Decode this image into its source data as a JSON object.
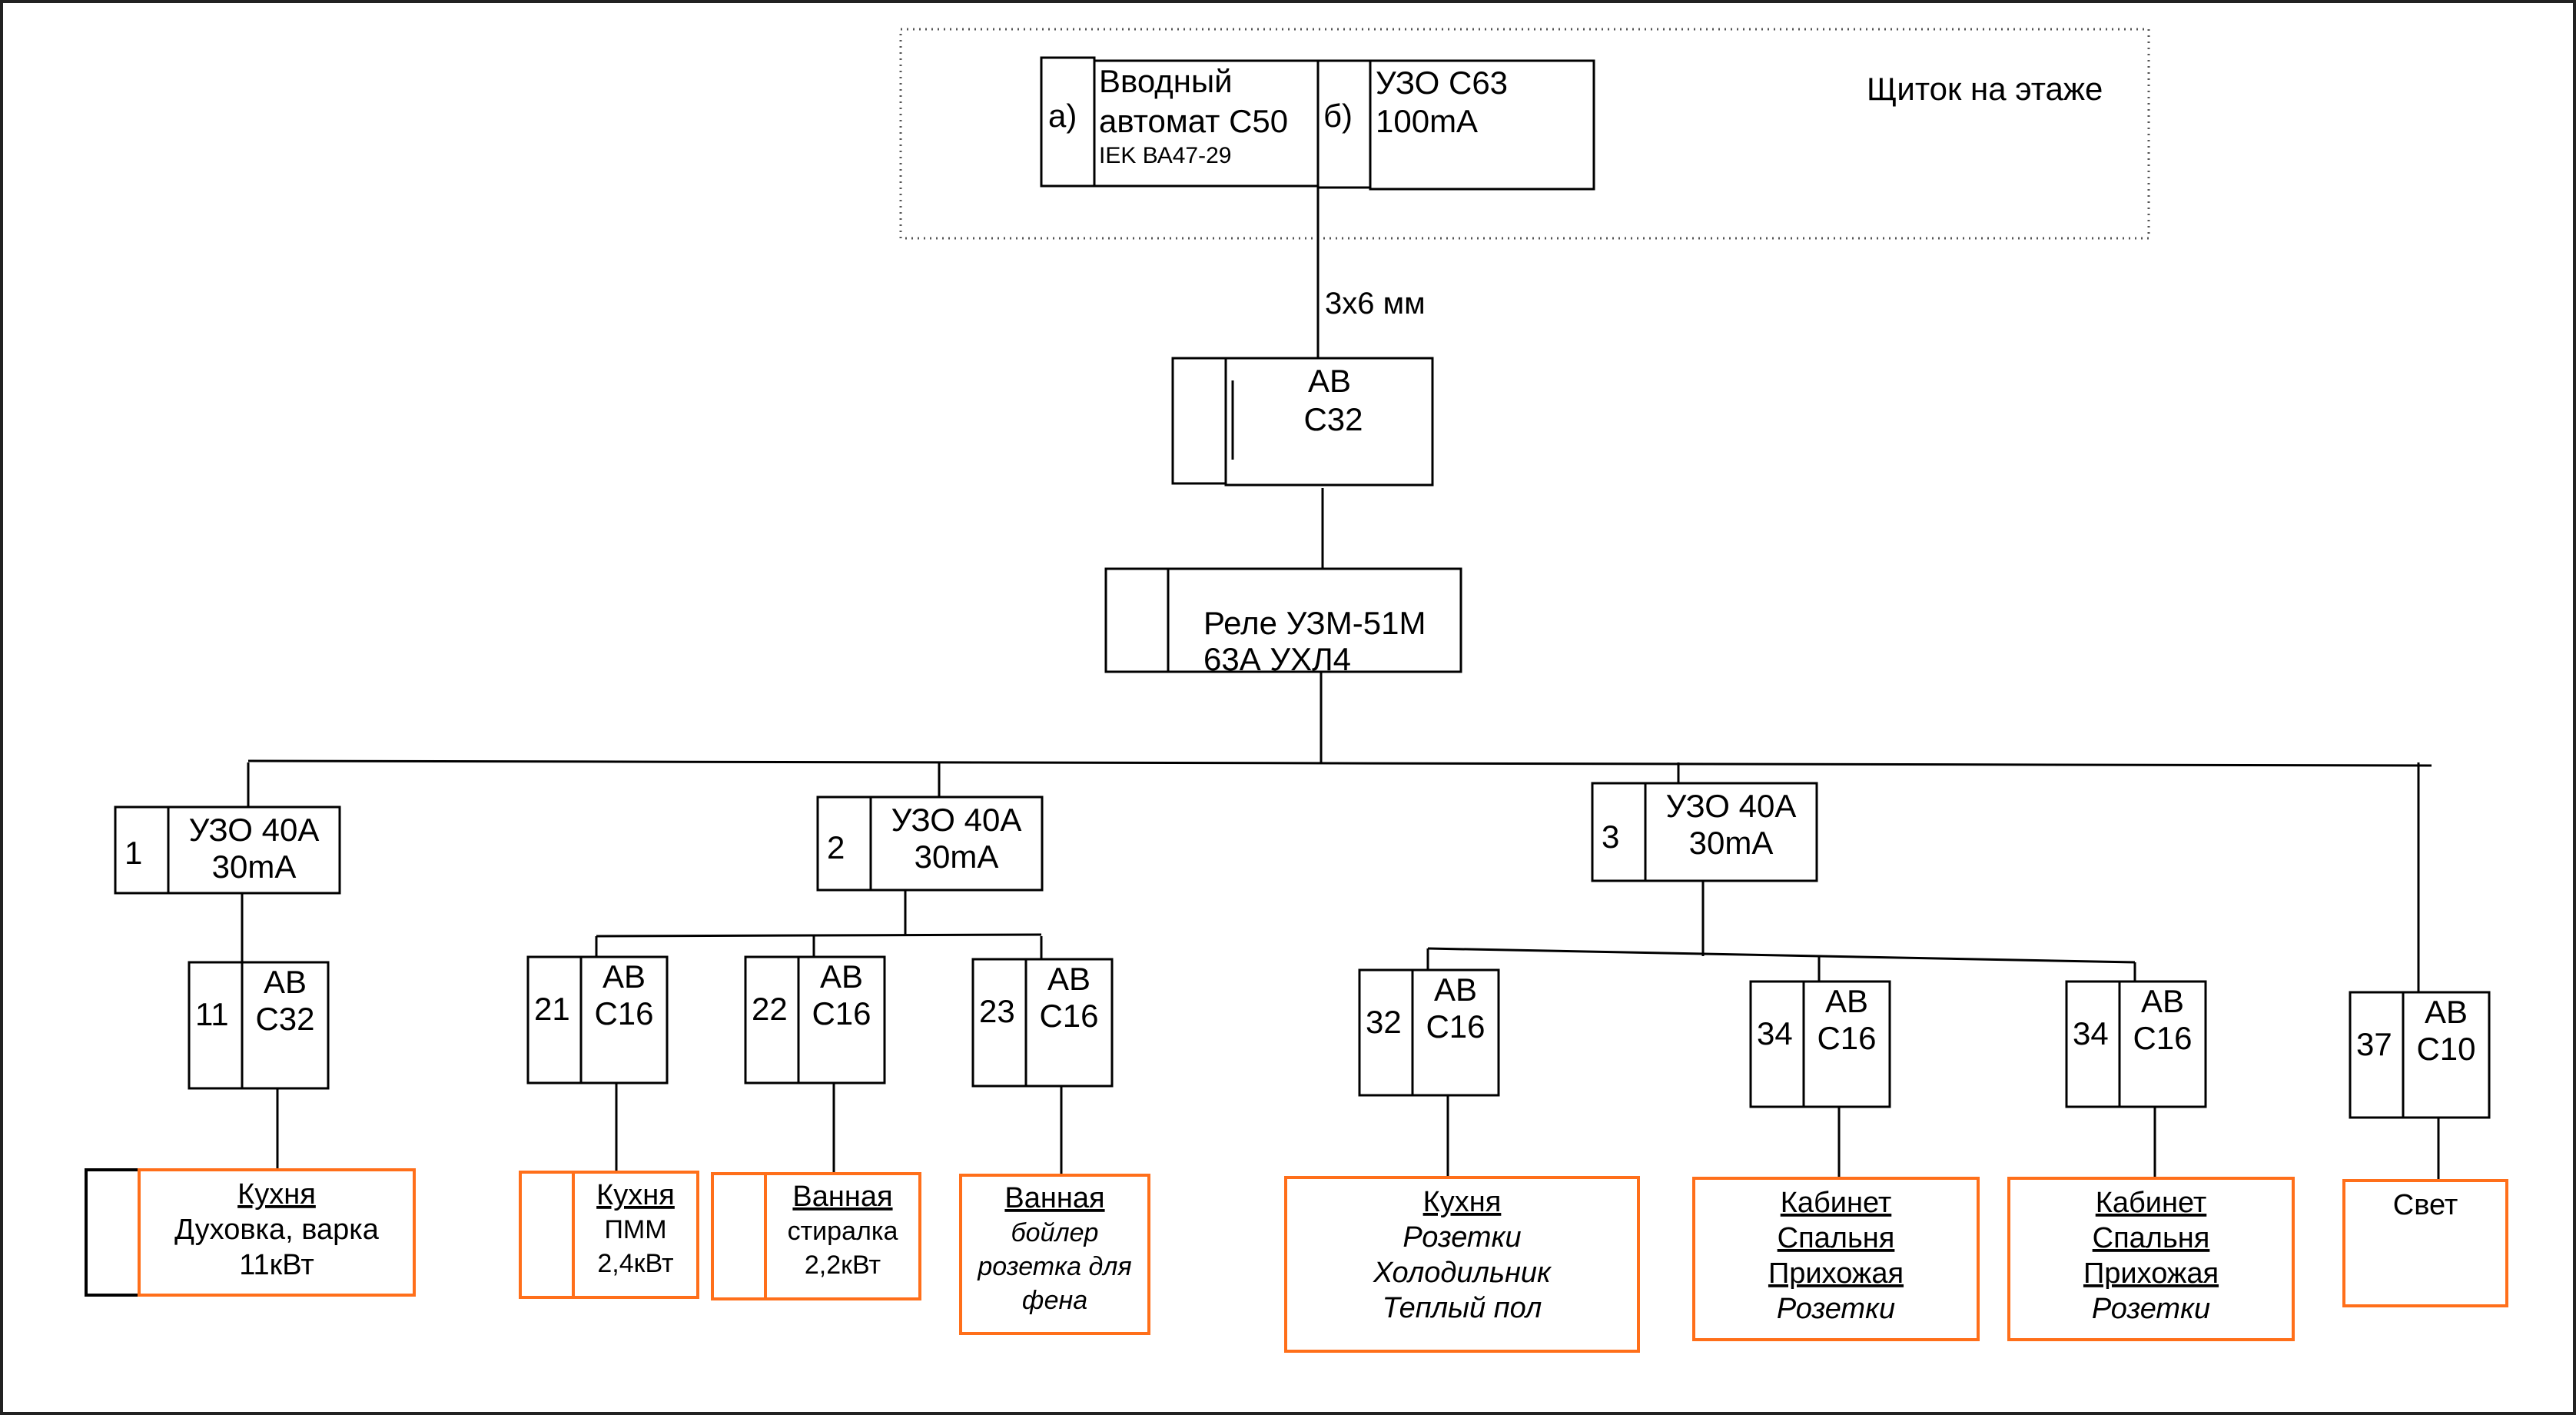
{
  "colors": {
    "line": "#000000",
    "load_border": "#ff6f1a",
    "background": "#ffffff"
  },
  "floor_panel": {
    "label": "Щиток на этаже",
    "main_breaker": {
      "marker": "а)",
      "lines": [
        "Вводный",
        "автомат С50"
      ],
      "model": "IEK ВА47-29"
    },
    "rcd": {
      "marker": "б)",
      "lines": [
        "УЗО С63",
        "100mA"
      ]
    }
  },
  "cable_label": "3х6 мм",
  "apartment_breaker": {
    "lines": [
      "АВ",
      "С32"
    ]
  },
  "voltage_relay": {
    "lines": [
      "Реле УЗМ-51М",
      "63А УХЛ4"
    ]
  },
  "groups": [
    {
      "number": "1",
      "lines": [
        "УЗО 40А",
        "30mA"
      ],
      "circuits": [
        {
          "number": "11",
          "lines": [
            "АВ",
            "С32"
          ],
          "load": {
            "title": "Кухня",
            "lines": [
              "Духовка, варка",
              "11кВт"
            ],
            "italic": false,
            "underline_count": 1
          }
        }
      ]
    },
    {
      "number": "2",
      "lines": [
        "УЗО 40А",
        "30mA"
      ],
      "circuits": [
        {
          "number": "21",
          "lines": [
            "АВ",
            "С16"
          ],
          "load": {
            "title": "Кухня",
            "lines": [
              "ПММ",
              "2,4кВт"
            ],
            "italic": false,
            "underline_count": 1
          }
        },
        {
          "number": "22",
          "lines": [
            "АВ",
            "С16"
          ],
          "load": {
            "title": "Ванная",
            "lines": [
              "стиралка",
              "2,2кВт"
            ],
            "italic": false,
            "underline_count": 1
          }
        },
        {
          "number": "23",
          "lines": [
            "АВ",
            "С16"
          ],
          "load": {
            "title": "Ванная",
            "lines": [
              "бойлер",
              "розетка для",
              "фена"
            ],
            "italic": true,
            "underline_count": 1
          }
        }
      ]
    },
    {
      "number": "3",
      "lines": [
        "УЗО 40А",
        "30mA"
      ],
      "circuits": [
        {
          "number": "32",
          "lines": [
            "АВ",
            "С16"
          ],
          "load": {
            "title": "Кухня",
            "lines": [
              "Розетки",
              "Холодильник",
              "Теплый пол"
            ],
            "italic": true,
            "underline_count": 1
          }
        },
        {
          "number": "34",
          "lines": [
            "АВ",
            "С16"
          ],
          "load": {
            "title": "Кабинет",
            "lines": [
              "Спальня",
              "Прихожая",
              "Розетки"
            ],
            "italic": false,
            "underline_count": 3
          }
        },
        {
          "number": "34",
          "lines": [
            "АВ",
            "С16"
          ],
          "load": {
            "title": "Кабинет",
            "lines": [
              "Спальня",
              "Прихожая",
              "Розетки"
            ],
            "italic": false,
            "underline_count": 3
          }
        }
      ]
    },
    {
      "number": null,
      "lines": [],
      "circuits": [
        {
          "number": "37",
          "lines": [
            "АВ",
            "С10"
          ],
          "load": {
            "title": "Свет",
            "lines": [],
            "italic": false,
            "underline_count": 0
          }
        }
      ]
    }
  ]
}
